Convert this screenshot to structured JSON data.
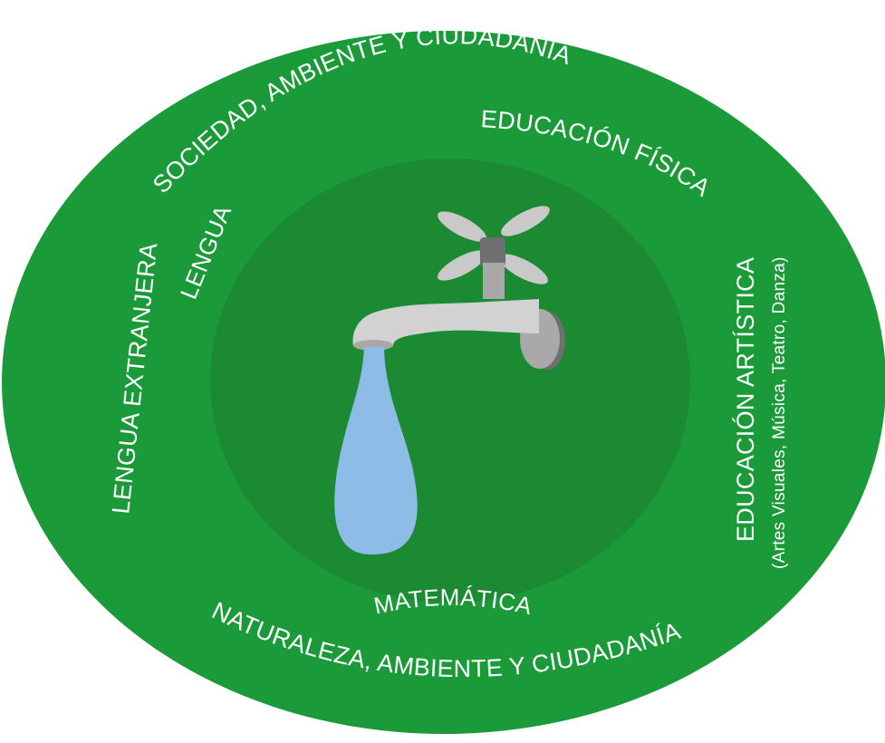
{
  "labels": {
    "sociedad": "SOCIEDAD, AMBIENTE Y CIUDADANÍA",
    "educacion_fisica": "EDUCACIÓN FÍSICA",
    "lengua": "LENGUA",
    "lengua_extranjera": "LENGUA EXTRANJERA",
    "educacion_artistica": "EDUCACIÓN ARTÍSTICA",
    "educacion_artistica_detail": "(Artes Visuales, Música, Teatro, Danza)",
    "matematica": "MATEMÁTICA",
    "naturaleza": "NATURALEZA, AMBIENTE Y CIUDADANÍA"
  },
  "colors": {
    "outer_ring": "#1a9a38",
    "inner_circle": "#1c8a33",
    "text": "#ffffff",
    "faucet_light": "#d2d2d2",
    "faucet_mid": "#a9a9a9",
    "faucet_dark": "#6f6f6f",
    "water": "#8dbce6"
  },
  "icons": {
    "center": "water-faucet-icon",
    "drop": "water-drop-icon"
  }
}
